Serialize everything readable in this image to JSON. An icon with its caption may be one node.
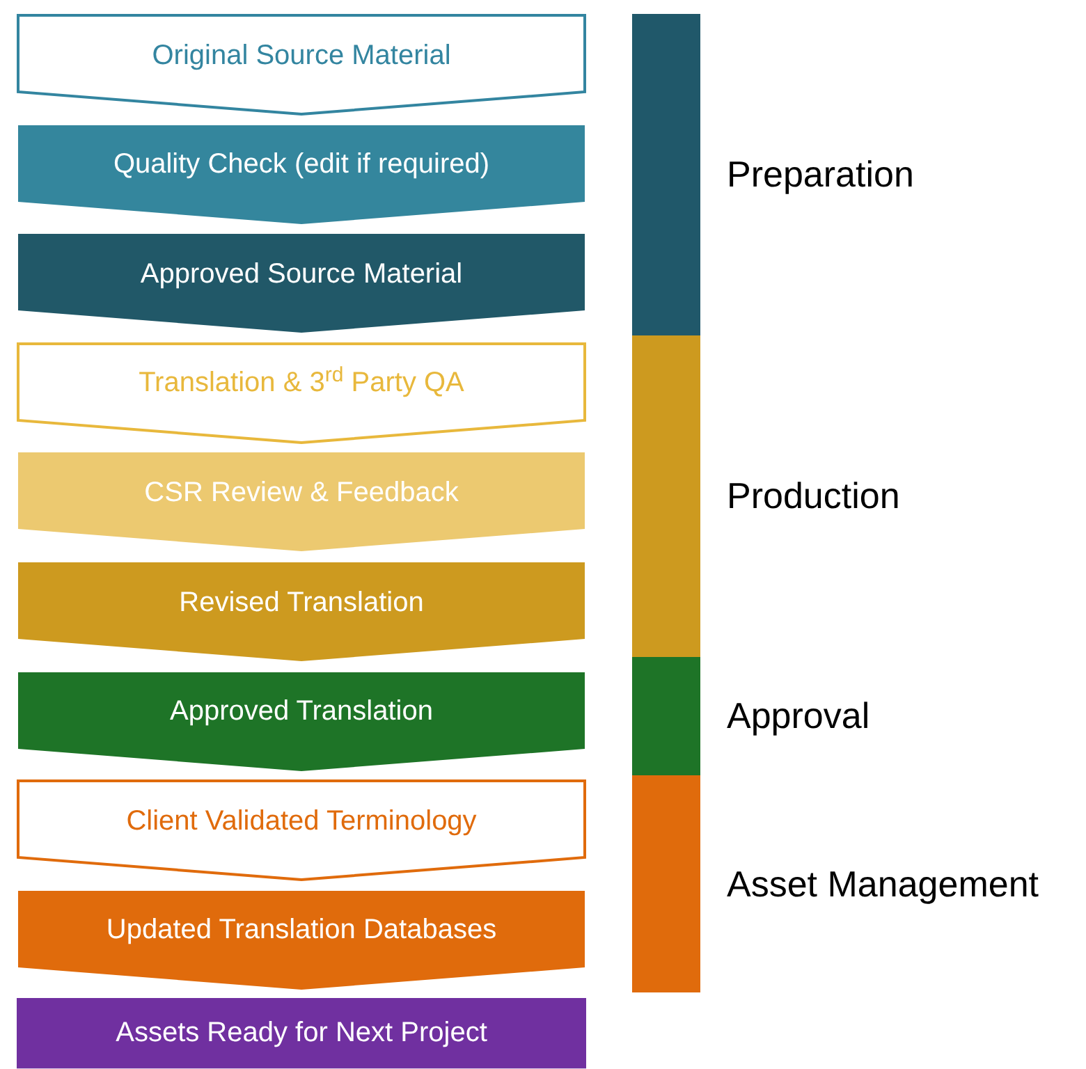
{
  "diagram": {
    "nodes": [
      {
        "text": [
          "Original Source Material"
        ]
      },
      {
        "text": [
          "Quality Check (edit if required)"
        ]
      },
      {
        "text": [
          "Approved Source Material"
        ]
      },
      {
        "text": [
          "Translation & 3$^{rd}$ Party QA"
        ]
      },
      {
        "text": [
          "CSR Review & Feedback"
        ]
      },
      {
        "text": [
          "Revised Translation"
        ]
      },
      {
        "text": [
          "Approved Translation"
        ]
      },
      {
        "text": [
          "Client Validated Terminology"
        ]
      },
      {
        "text": [
          "Updated Translation Databases"
        ]
      },
      {
        "text": [
          "Assets Ready for Next Project"
        ]
      }
    ],
    "legend": [
      {
        "text": "Preparation",
        "color": "#20586a"
      },
      {
        "text": "Production",
        "color": "#cd9a1f"
      },
      {
        "text": "Approval",
        "color": "#1e7427"
      },
      {
        "text": "Asset Management",
        "color": "#e06b0c"
      }
    ]
  }
}
